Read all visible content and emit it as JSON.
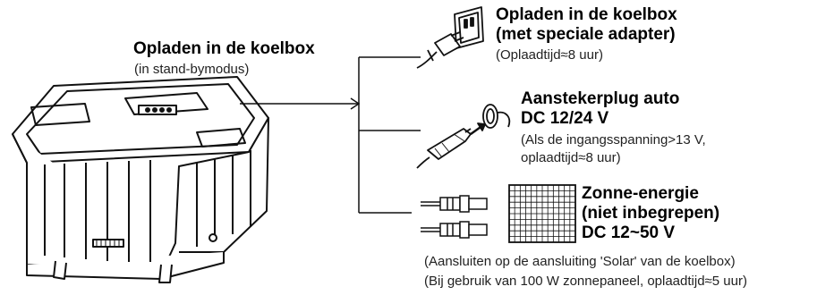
{
  "main": {
    "title": "Opladen in de koelbox",
    "subtitle": "(in stand-bymodus)"
  },
  "options": [
    {
      "title_line1": "Opladen in de koelbox",
      "title_line2": "(met speciale adapter)",
      "note_line1": "(Oplaadtijd≈8 uur)",
      "icon": "wall-plug-icon"
    },
    {
      "title_line1": "Aanstekerplug auto",
      "title_line2": "DC 12/24 V",
      "note_line1": "(Als de ingangsspanning>13 V,",
      "note_line2": "oplaadtijd≈8 uur)",
      "icon": "car-plug-icon"
    },
    {
      "title_line1": "Zonne-energie",
      "title_line2": "(niet inbegrepen)",
      "title_line3": "DC 12~50 V",
      "note_line1": "(Aansluiten op de aansluiting 'Solar' van de koelbox)",
      "note_line2": "(Bij gebruik van 100 W zonnepaneel, oplaadtijd≈5 uur)",
      "icon": "solar-panel-icon"
    }
  ],
  "colors": {
    "line": "#111111",
    "background": "#ffffff"
  }
}
